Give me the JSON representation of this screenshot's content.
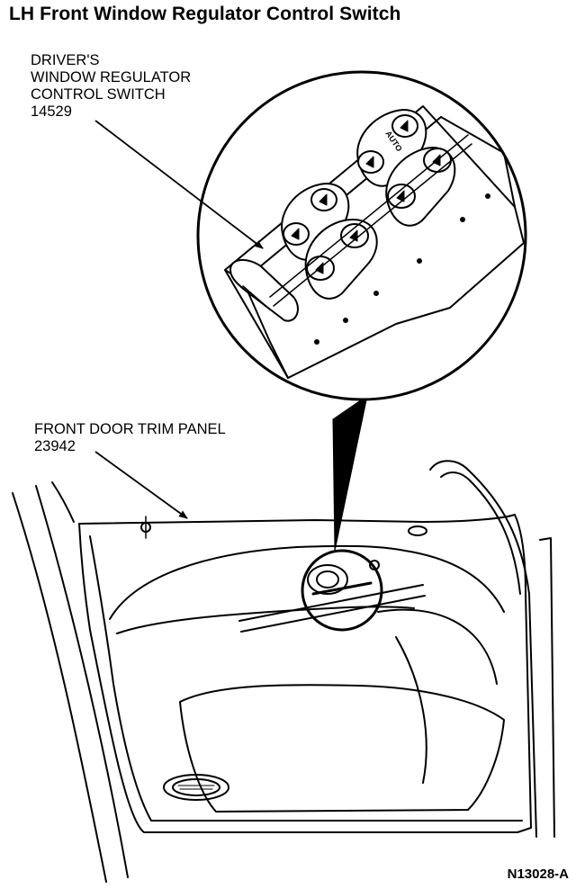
{
  "title": "LH Front Window Regulator Control Switch",
  "callouts": {
    "switch": {
      "line1": "DRIVER'S",
      "line2": "WINDOW REGULATOR",
      "line3": "CONTROL SWITCH",
      "part_number": "14529"
    },
    "panel": {
      "line1": "FRONT DOOR TRIM PANEL",
      "part_number": "23942"
    }
  },
  "switch_button_text": "AUTO",
  "figure_code": "N13028-A"
}
